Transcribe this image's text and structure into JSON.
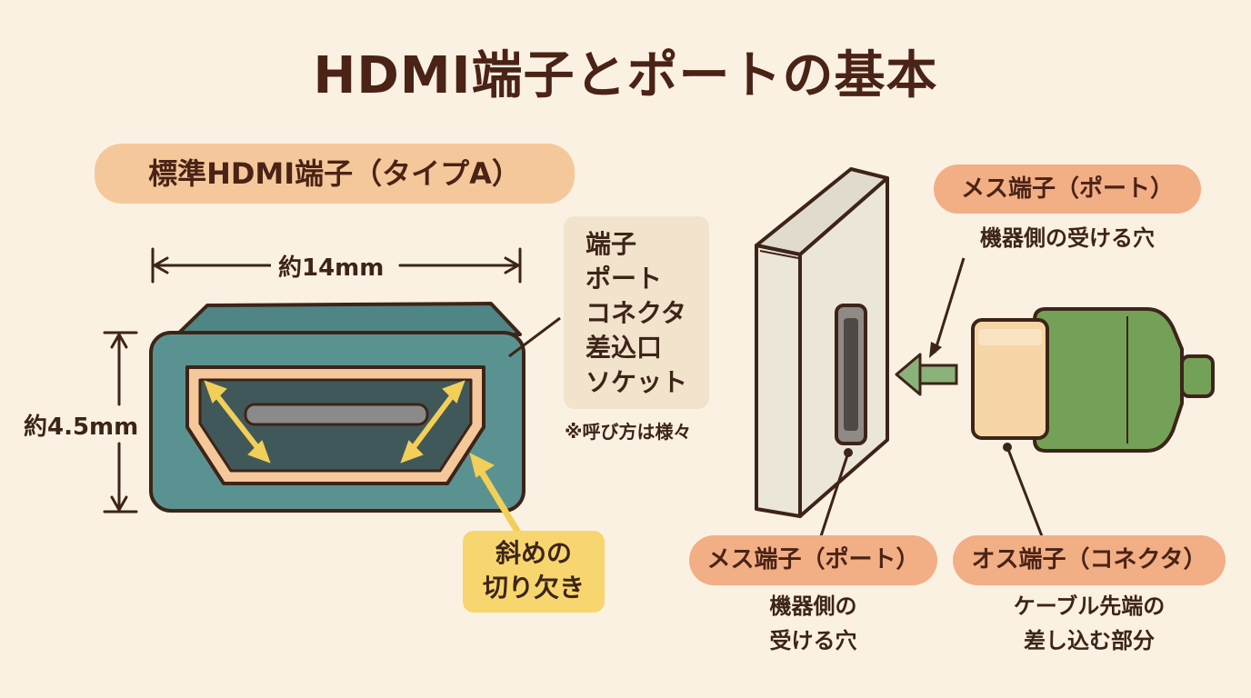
{
  "title": "HDMI端子とポートの基本",
  "type_a_label": "標準HDMI端子（タイプA）",
  "dimensions": {
    "width": "約14mm",
    "height": "約4.5mm"
  },
  "synonyms": [
    "端子",
    "ポート",
    "コネクタ",
    "差込口",
    "ソケット"
  ],
  "synonym_note": "※呼び方は様々",
  "notch_label": {
    "line1": "斜めの",
    "line2": "切り欠き"
  },
  "female_top": {
    "label": "メス端子（ポート）",
    "caption": "機器側の受ける穴"
  },
  "female_bottom": {
    "label": "メス端子（ポート）",
    "caption_line1": "機器側の",
    "caption_line2": "受ける穴"
  },
  "male": {
    "label": "オス端子（コネクタ）",
    "caption_line1": "ケーブル先端の",
    "caption_line2": "差し込む部分"
  },
  "colors": {
    "background": "#fbf1e3",
    "connector_teal": "#5a9291",
    "label_orange": "#f2ae85",
    "label_peach": "#f5c89b",
    "label_yellow": "#f8d66f",
    "plug_green": "#74a158",
    "arrow_green": "#8bb27a",
    "outline": "#3d2418"
  }
}
